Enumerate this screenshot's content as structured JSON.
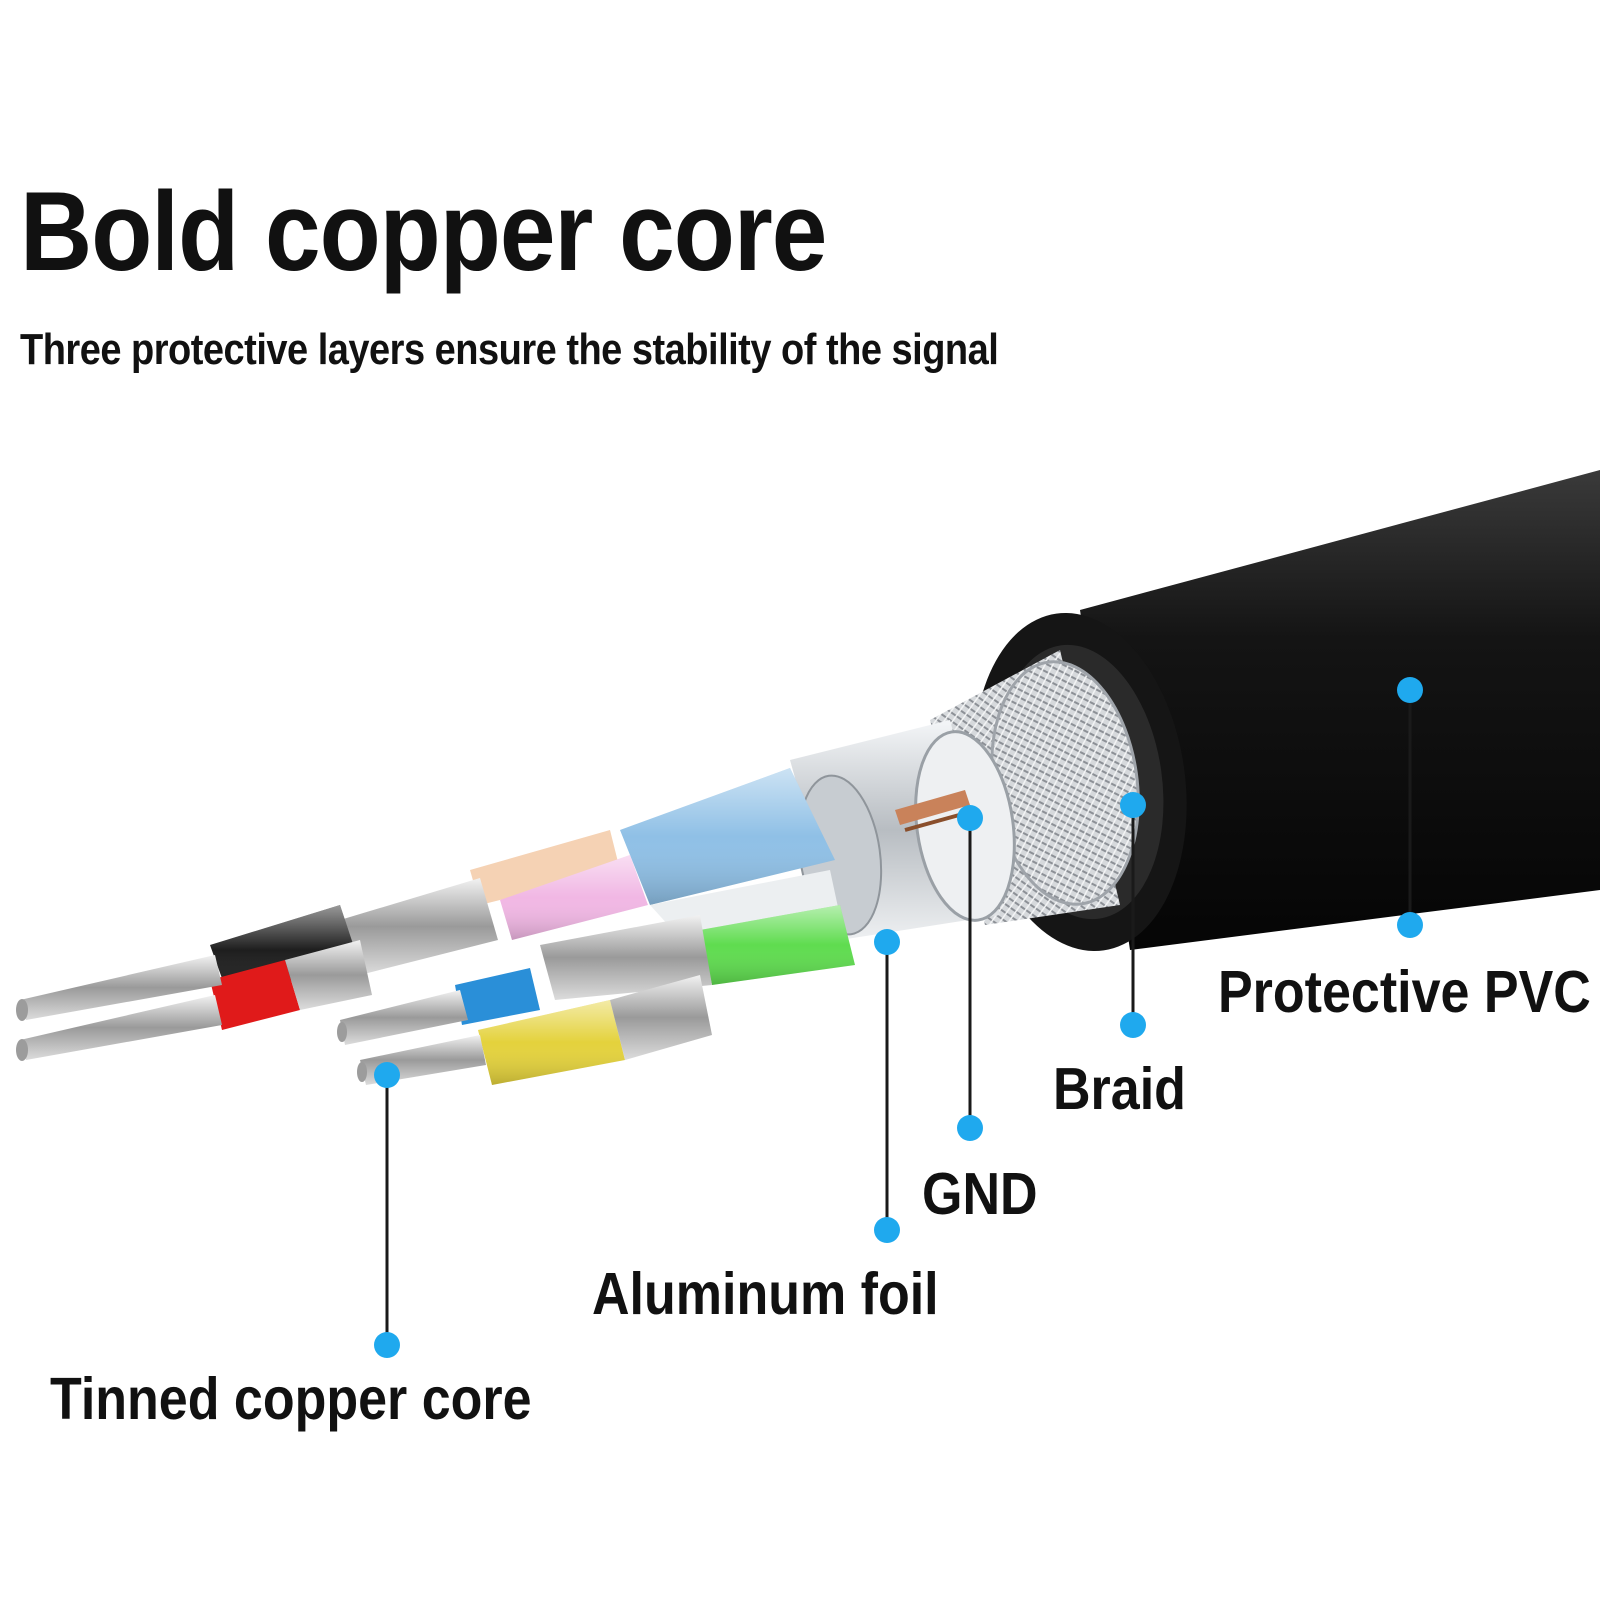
{
  "header": {
    "title": "Bold copper core",
    "subtitle": "Three protective layers ensure the stability of the signal"
  },
  "callouts": {
    "protective_pvc": "Protective PVC",
    "braid": "Braid",
    "gnd": "GND",
    "aluminum_foil": "Aluminum foil",
    "tinned_copper_core": "Tinned copper core"
  },
  "colors": {
    "marker": "#1fa9ee",
    "jacket": "#141414",
    "foil": "#d9dde1",
    "braid": "#c9ccd0",
    "wire_blue": "#8fc0e6",
    "wire_pink": "#f1b7e4",
    "wire_peach": "#f5d2b4",
    "wire_black": "#1e1e1e",
    "wire_red": "#e01a1a",
    "wire_green": "#5fdc4f",
    "wire_cyan": "#2a8fd8",
    "wire_yellow": "#e4d23c",
    "copper": "#c9825a"
  }
}
